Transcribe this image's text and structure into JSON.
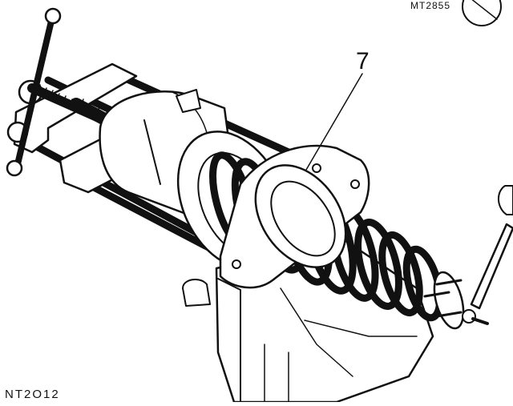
{
  "labels": {
    "ref_top": "MT2855",
    "ref_bottom": "NT2O12",
    "callout": "7"
  },
  "colors": {
    "ink": "#111111",
    "paper": "#ffffff"
  }
}
